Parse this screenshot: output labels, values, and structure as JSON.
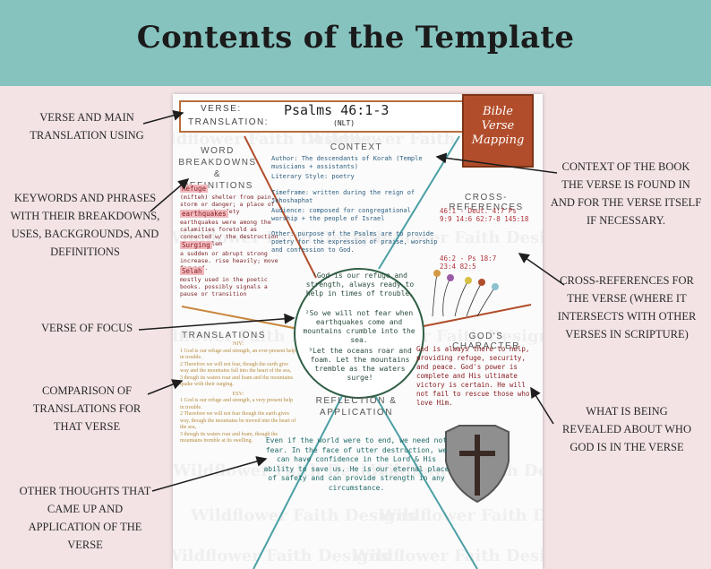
{
  "header": {
    "title": "Contents of the Template",
    "bg": "#86c3bf"
  },
  "callouts": {
    "verse_translation": "Verse and main translation using",
    "keywords": "Keywords and phrases with their breakdowns, uses, backgrounds, and definitions",
    "focus": "Verse of focus",
    "comparison": "Comparison of translations for that verse",
    "thoughts": "Other thoughts that came up and application of the verse",
    "context": "Context of the book the verse is found in and for the verse itself if necessary.",
    "crossref": "Cross-references for the verse (where it intersects with other verses in scripture)",
    "revealed": "What is being revealed about who God is in the verse"
  },
  "sheet": {
    "watermark": "Wildflower Faith Designs",
    "verse_label": "VERSE:",
    "translation_label": "TRANSLATION:",
    "verse_value": "Psalms 46:1-3",
    "translation_value": "(NLT)",
    "bvm_title": [
      "Bible",
      "Verse",
      "Mapping"
    ],
    "word_heading": [
      "Word",
      "Breakdowns",
      "& Definitions"
    ],
    "words": [
      {
        "term": "Refuge",
        "def": "(mifteh) shelter from pain, storm or danger; a place of resort and safety"
      },
      {
        "term": "earthquakes",
        "def": "earthquakes were among the calamities foretold as connected w/ the destruction of Jerusalem"
      },
      {
        "term": "Surging",
        "def": "a sudden or abrupt strong increase. rise heavily; move forward."
      },
      {
        "term": "Selah",
        "def": "mostly used in the poetic books. possibly signals a pause or transition"
      }
    ],
    "context": {
      "heading": "Context",
      "author": "Author: The descendants of Korah (Temple musicians + assistants)",
      "style": "Literary Style: poetry",
      "timeframe": "Timeframe: written during the reign of Jehoshaphat",
      "audience": "Audience: composed for congregational worship + the people of Israel",
      "other": "Other: purpose of the Psalms are to provide poetry for the expression of praise, worship and confession to God."
    },
    "crossref_heading": "Cross-References",
    "crossrefs": [
      "46:1 - Deut. 4:7  Ps 9:9  14:6  62:7-8  145:18",
      "46:2 - Ps 18:7  23:4  82:5"
    ],
    "focus_verse": [
      "¹God is our refuge and strength, always ready to help in times of trouble.",
      "²So we will not fear when earthquakes come and mountains crumble into the sea.",
      "³Let the oceans roar and foam. Let the mountains tremble as the waters surge!"
    ],
    "translations_heading": "Translations",
    "translations": [
      "NIV:",
      "1 God is our refuge and strength, an ever-present help in trouble.",
      "2 Therefore we will not fear, though the earth give way and the mountains fall into the heart of the sea,",
      "3 though its waters roar and foam and the mountains quake with their surging.",
      "ESV:",
      "1 God is our refuge and strength, a very present help in trouble.",
      "2 Therefore we will not fear though the earth gives way, though the mountains be moved into the heart of the sea,",
      "3 though its waters roar and foam, though the mountains tremble at its swelling."
    ],
    "gods_heading": "God's Character",
    "gods_text": "God is always there to help, providing refuge, security, and peace. God's power is complete and His ultimate victory is certain. He will not fail to rescue those who love Him.",
    "reflection_heading": [
      "Reflection &",
      "Application"
    ],
    "reflection_text": "Even if the world were to end, we need not fear. In the face of utter destruction, we can have confidence in the Lord & His ability to save us. He is our eternal place of safety and can provide strength in any circumstance."
  }
}
